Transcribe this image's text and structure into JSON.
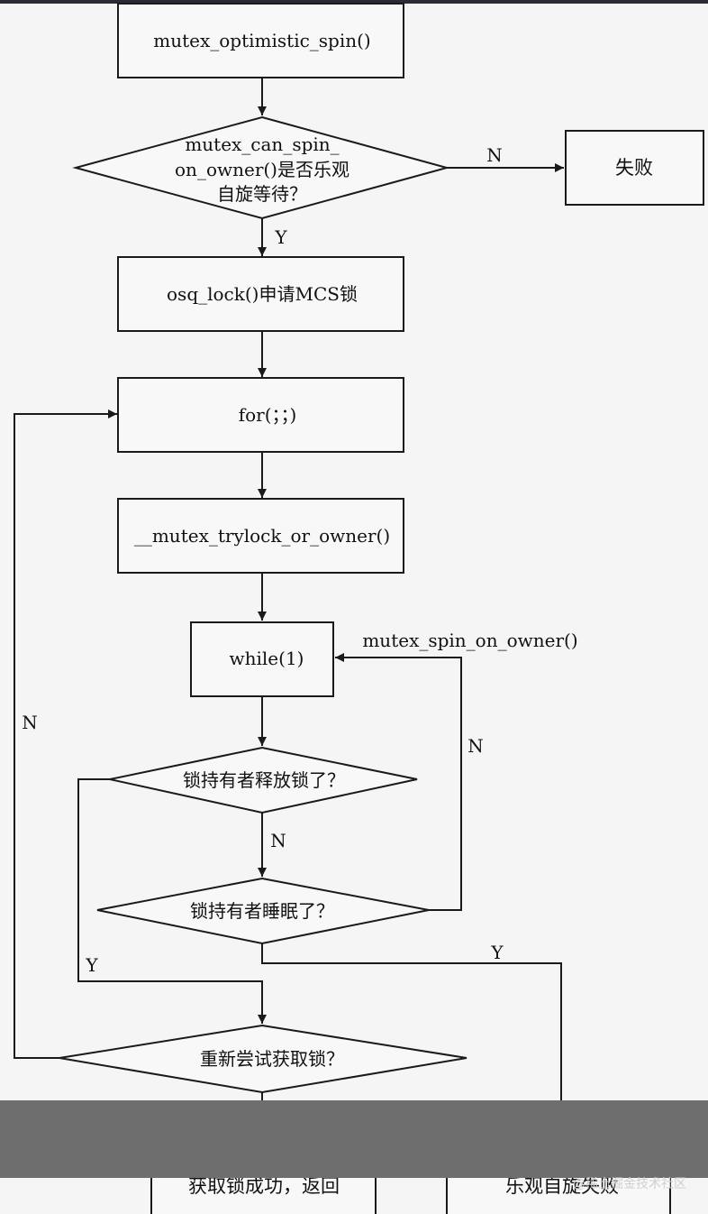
{
  "nodes": {
    "spin": "mutex_optimistic_spin()",
    "can_spin_l1": "mutex_can_spin_",
    "can_spin_l2": "on_owner()是否乐观",
    "can_spin_l3": "自旋等待？",
    "fail": "失败",
    "osq": "osq_lock()申请MCS锁",
    "for": "for(；；)",
    "trylock": "__mutex_trylock_or_owner()",
    "while": "while(1)",
    "released": "锁持有者释放锁了？",
    "sleeping": "锁持有者睡眠了？",
    "retry": "重新尝试获取锁？",
    "success": "获取锁成功，返回",
    "spin_fail": "乐观自旋失败"
  },
  "labels": {
    "n1": "N",
    "y1": "Y",
    "spin_on_owner": "mutex_spin_on_owner()",
    "n_loop": "N",
    "n_right": "N",
    "n_mid": "N",
    "y_left": "Y",
    "y_right": "Y",
    "y_bottom": "Y"
  },
  "watermark": "@稀土掘金技术社区"
}
